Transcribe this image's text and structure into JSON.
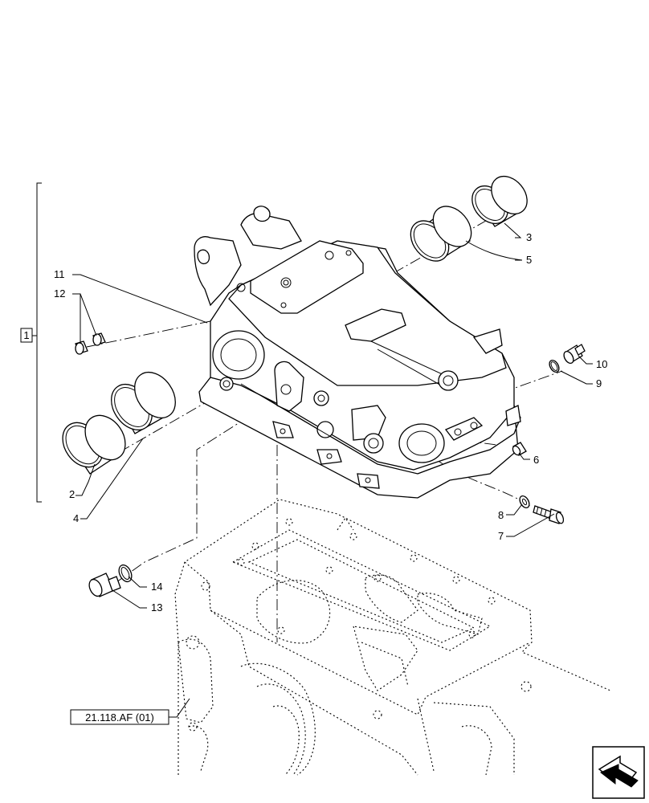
{
  "diagram": {
    "group_label": "1",
    "reference_label": "21.118.AF (01)",
    "callouts": {
      "p2": "2",
      "p3": "3",
      "p4": "4",
      "p5": "5",
      "p6": "6",
      "p7": "7",
      "p8": "8",
      "p9": "9",
      "p10": "10",
      "p11": "11",
      "p12": "12",
      "p13": "13",
      "p14": "14"
    },
    "nav_icon": "next-page-arrow-icon"
  }
}
